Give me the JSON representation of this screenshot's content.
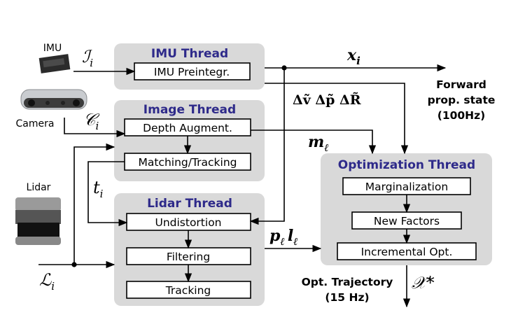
{
  "sensors": {
    "imu": "IMU",
    "camera": "Camera",
    "lidar": "Lidar"
  },
  "threads": {
    "imu": {
      "title": "IMU Thread",
      "box": "IMU Preintegr."
    },
    "image": {
      "title": "Image Thread",
      "boxes": [
        "Depth Augment.",
        "Matching/Tracking"
      ]
    },
    "lidar": {
      "title": "Lidar Thread",
      "boxes": [
        "Undistortion",
        "Filtering",
        "Tracking"
      ]
    },
    "optimization": {
      "title": "Optimization Thread",
      "boxes": [
        "Marginalization",
        "New Factors",
        "Incremental Opt."
      ]
    }
  },
  "symbols": {
    "imu_input": {
      "base": "ℐ",
      "sub": "i"
    },
    "camera_input": {
      "base": "𝒞",
      "sub": "i"
    },
    "lidar_input": {
      "base": "ℒ",
      "sub": "i"
    },
    "state": {
      "base": "x",
      "sub": "i"
    },
    "preint": "Δṽ Δp̃ ΔR̃",
    "landmarks": {
      "base": "m",
      "sub": "ℓ"
    },
    "time": {
      "base": "t",
      "sub": "i"
    },
    "lidar_feats": {
      "p": "p",
      "l": "l",
      "sub": "ℓ"
    },
    "trajectory": "𝒳*"
  },
  "outputs": {
    "forward": [
      "Forward",
      "prop. state",
      "(100Hz)"
    ],
    "trajectory": [
      "Opt. Trajectory",
      "(15 Hz)"
    ]
  },
  "colors": {
    "panel": "#d9d9d9",
    "title": "#2e2a8a"
  }
}
